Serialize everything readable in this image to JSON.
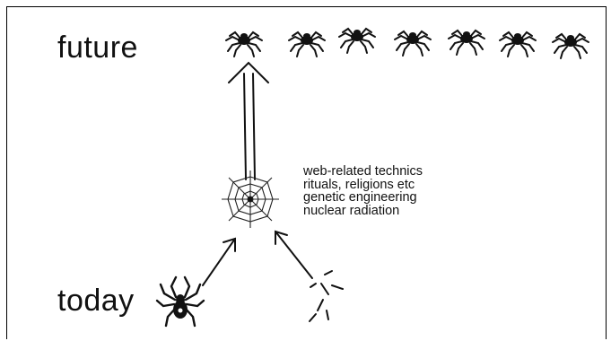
{
  "labels": {
    "future": "future",
    "today": "today"
  },
  "influences": [
    "web-related technics",
    "rituals, religions etc",
    "genetic engineering",
    "nuclear radiation"
  ],
  "icons": {
    "future_spiders": [
      "spider-icon",
      "spider-icon",
      "spider-icon",
      "spider-icon",
      "spider-icon",
      "spider-icon",
      "spider-icon"
    ],
    "today_spider": "spider-icon",
    "web": "spider-web-icon",
    "figure": "stick-figure-icon"
  },
  "colors": {
    "ink": "#111111",
    "background": "#ffffff"
  }
}
